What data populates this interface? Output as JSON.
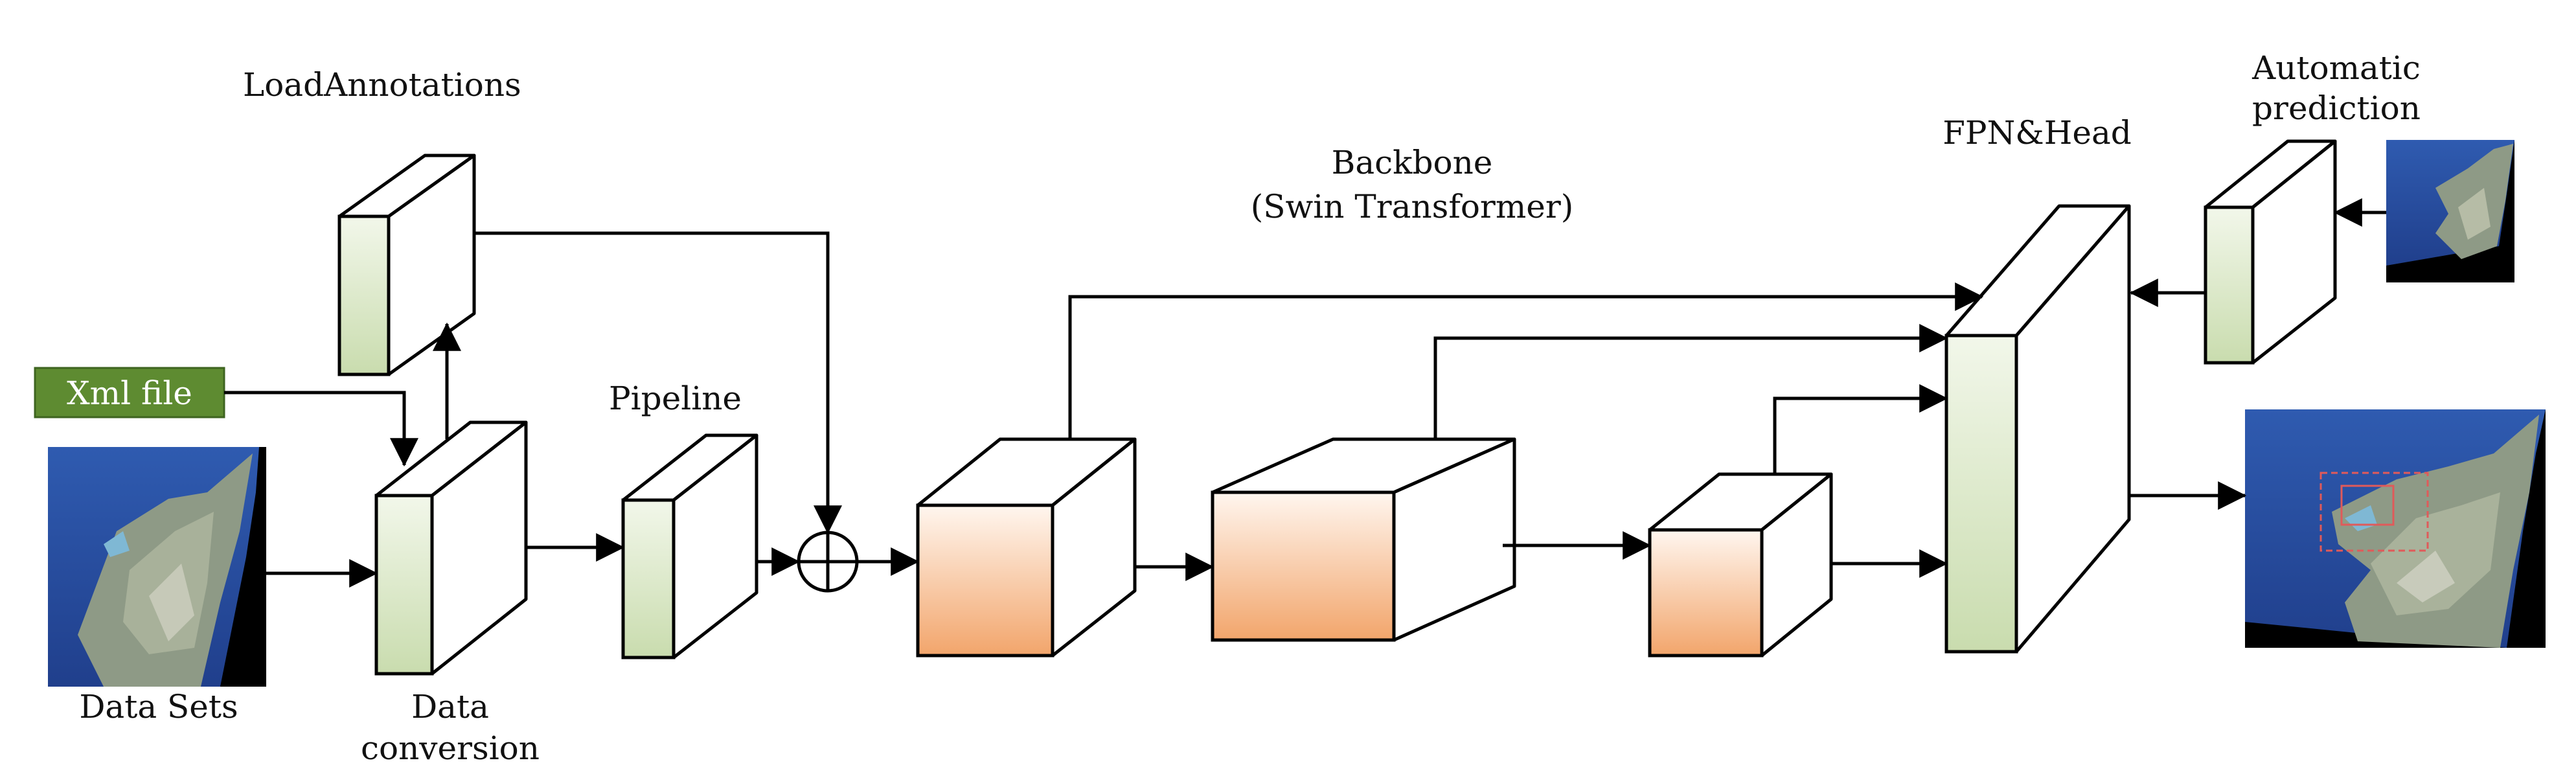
{
  "labels": {
    "load_annotations": "LoadAnnotations",
    "xml_file": "Xml file",
    "pipeline": "Pipeline",
    "backbone_line1": "Backbone",
    "backbone_line2": "(Swin Transformer)",
    "fpn_head": "FPN&Head",
    "automatic_line1": "Automatic",
    "automatic_line2": "prediction",
    "data_sets": "Data Sets",
    "data_conversion_line1": "Data",
    "data_conversion_line2": "conversion"
  },
  "colors": {
    "green_block_light": "#f2f7ea",
    "green_block_dark": "#c9dcae",
    "orange_block_light": "#fff6ef",
    "orange_block_dark": "#f2a56b",
    "xml_badge": "#5e8b31",
    "satellite_sea": "#2b4ea0",
    "satellite_land": "#9aa69a",
    "detection_box": "#e05a5a"
  },
  "icons": {
    "sum_operator": "circle-plus-icon",
    "input_image": "satellite-image-icon",
    "output_image": "satellite-image-with-detection-icon"
  }
}
